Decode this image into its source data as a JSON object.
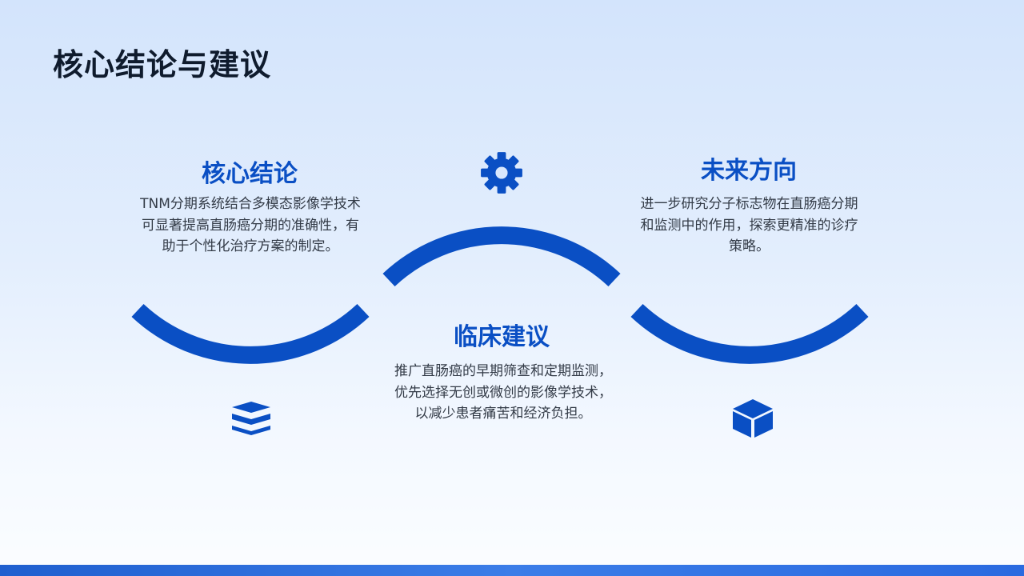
{
  "page": {
    "title": "核心结论与建议"
  },
  "cards": [
    {
      "heading": "核心结论",
      "body": "TNM分期系统结合多模态影像学技术可显著提高直肠癌分期的准确性，有助于个性化治疗方案的制定。",
      "icon": "layers-icon"
    },
    {
      "heading": "临床建议",
      "body": "推广直肠癌的早期筛查和定期监测，优先选择无创或微创的影像学技术，以减少患者痛苦和经济负担。",
      "icon": "gear-icon"
    },
    {
      "heading": "未来方向",
      "body": "进一步研究分子标志物在直肠癌分期和监测中的作用，探索更精准的诊疗策略。",
      "icon": "cube-icon"
    }
  ],
  "colors": {
    "accent": "#0a4fc4",
    "title": "#0f1b2d",
    "body": "#333b47"
  }
}
